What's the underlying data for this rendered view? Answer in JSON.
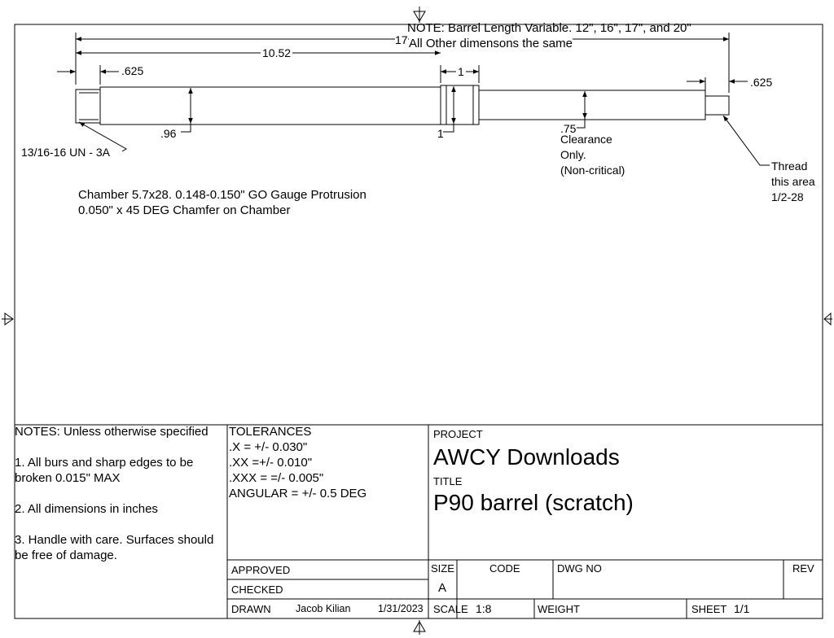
{
  "note": {
    "line1": "NOTE: Barrel Length Variable. 12\", 16\", 17\", and 20\"",
    "line2": "All Other dimensons the same"
  },
  "dimensions": {
    "overall": "17",
    "mid_length": "10.52",
    "left_step": ".625",
    "collar_width": "1",
    "collar_dia": "1",
    "chamber_dia": ".96",
    "muzzle_dia": ".75",
    "thread_length": ".625"
  },
  "callouts": {
    "thread_spec": "13/16-16 UN - 3A",
    "clearance": [
      "Clearance",
      "Only.",
      "(Non-critical)"
    ],
    "thread_area": [
      "Thread",
      "this area",
      "1/2-28"
    ]
  },
  "chamber_notes": [
    "Chamber 5.7x28. 0.148-0.150\" GO Gauge Protrusion",
    "0.050\" x 45 DEG Chamfer on Chamber"
  ],
  "general_notes": {
    "heading": "NOTES: Unless otherwise specified",
    "items": [
      [
        "1. All burs and sharp edges to be",
        "broken 0.015\" MAX"
      ],
      [
        "2. All dimensions in inches"
      ],
      [
        "3. Handle with care. Surfaces should",
        "be free of damage."
      ]
    ]
  },
  "tolerances": {
    "heading": "TOLERANCES",
    "lines": [
      ".X = +/- 0.030\"",
      ".XX =+/- 0.010\"",
      ".XXX = =/- 0.005\"",
      "ANGULAR = +/- 0.5 DEG"
    ]
  },
  "title_block": {
    "project_label": "PROJECT",
    "project_value": "AWCY Downloads",
    "title_label": "TITLE",
    "title_value": "P90 barrel (scratch)",
    "approved_label": "APPROVED",
    "checked_label": "CHECKED",
    "drawn_label": "DRAWN",
    "drawn_by": "Jacob Kilian",
    "drawn_date": "1/31/2023",
    "size_label": "SIZE",
    "size_value": "A",
    "code_label": "CODE",
    "dwg_label": "DWG NO",
    "rev_label": "REV",
    "scale_label": "SCALE",
    "scale_value": "1:8",
    "weight_label": "WEIGHT",
    "sheet_label": "SHEET",
    "sheet_value": "1/1"
  }
}
